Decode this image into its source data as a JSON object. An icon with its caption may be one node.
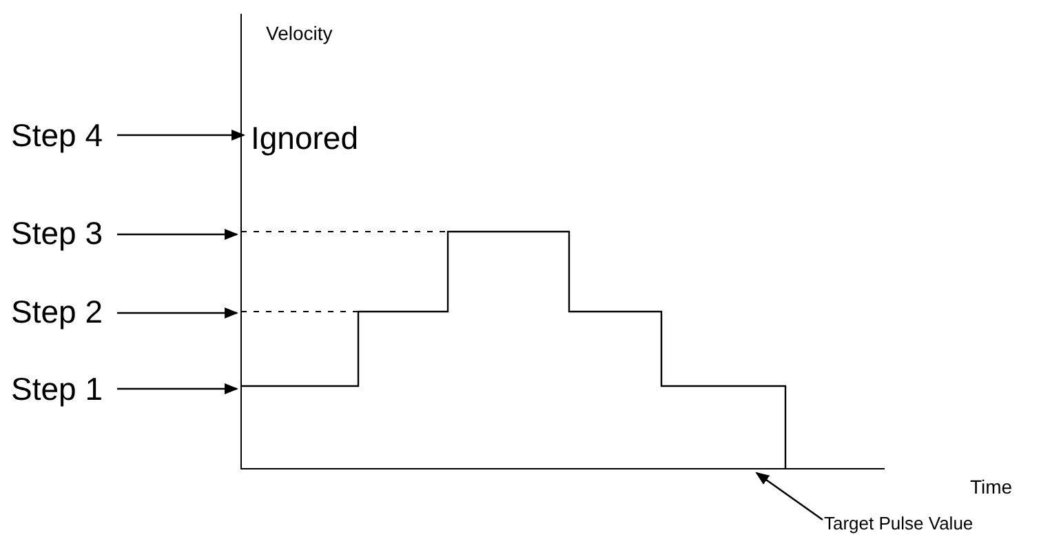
{
  "diagram": {
    "nodes": [
      {
        "text": [
          "Step 4"
        ]
      },
      {
        "text": [
          "Step 3"
        ]
      },
      {
        "text": [
          "Step 2"
        ]
      },
      {
        "text": [
          "Step 1"
        ]
      },
      {
        "text": [
          "Target Pulse Value"
        ]
      },
      {
        "text": [
          "Ignored"
        ]
      }
    ],
    "edges": [
      {
        "from": 0,
        "to": 5,
        "arrow": "to"
      },
      {
        "from": 1,
        "to": null,
        "arrow": "to"
      },
      {
        "from": 2,
        "to": null,
        "arrow": "to"
      },
      {
        "from": 3,
        "to": null,
        "arrow": "to"
      },
      {
        "from": 4,
        "to": null,
        "arrow": "to"
      }
    ],
    "labels": [
      "Velocity",
      "Time"
    ]
  }
}
